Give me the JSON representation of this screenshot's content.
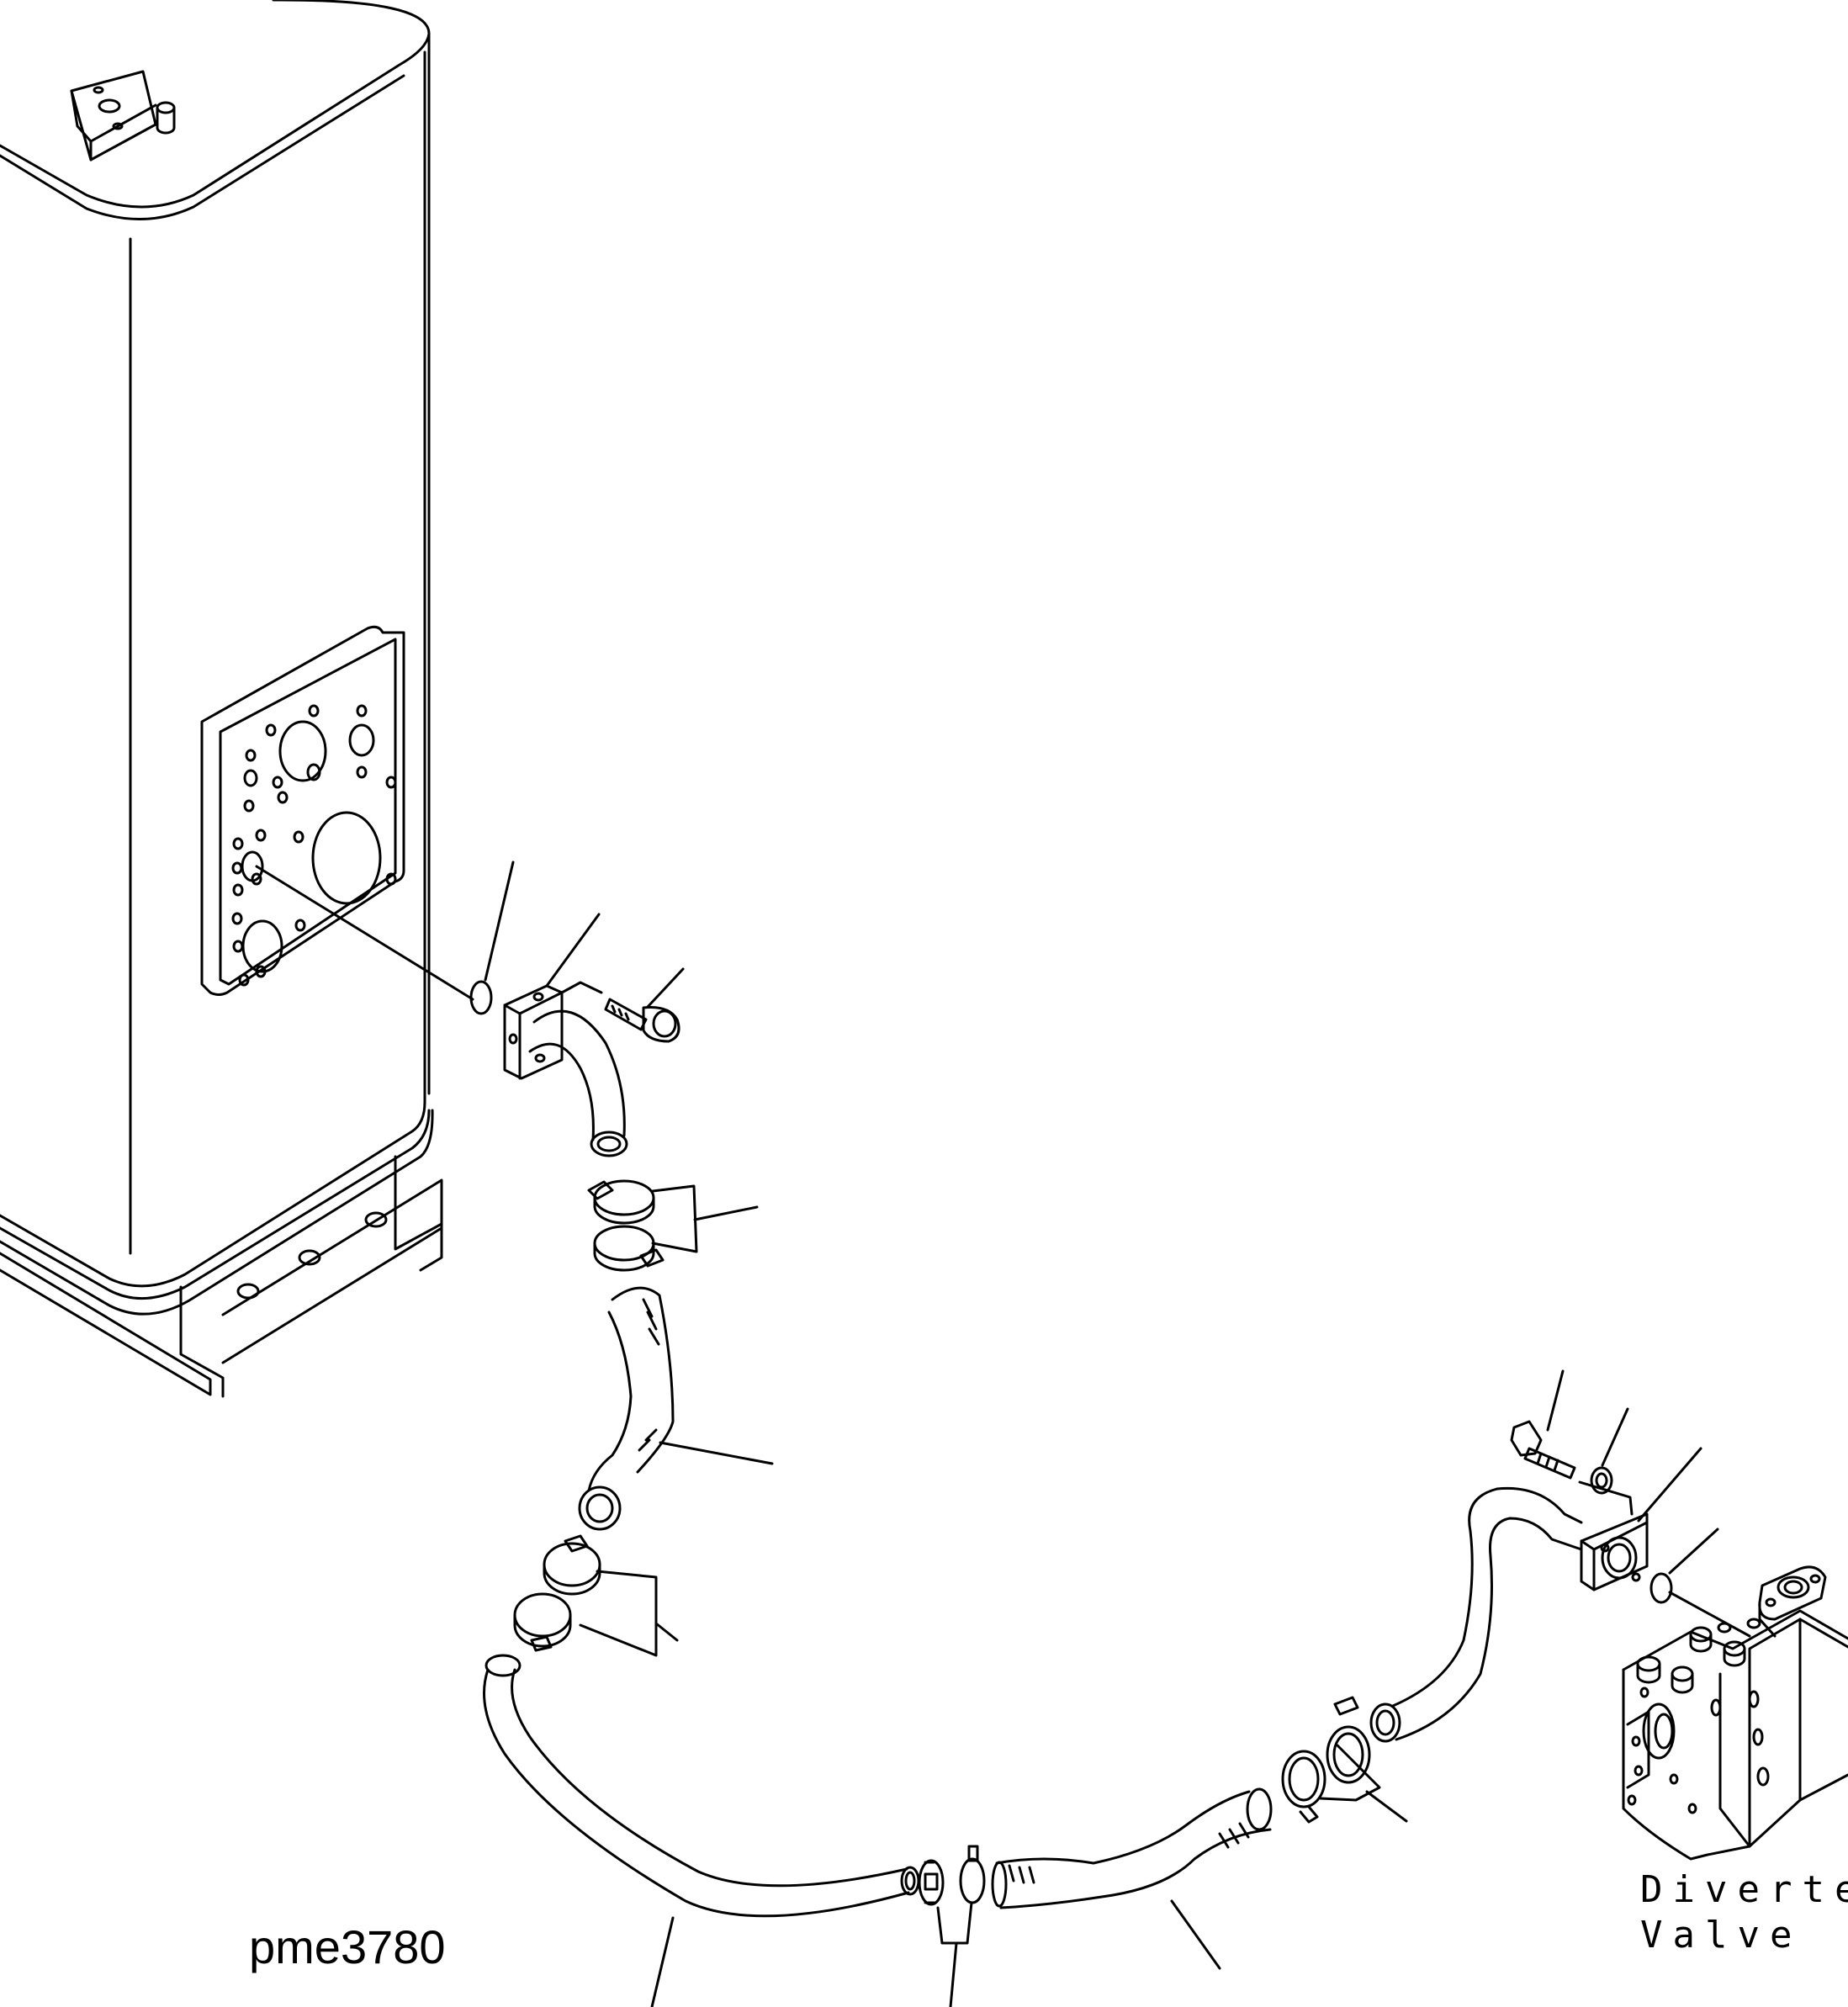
{
  "figure_code": "pme3780",
  "component_label": {
    "line1": "Diverter",
    "line2": "Valve"
  },
  "colors": {
    "ink": "#000000",
    "paper": "#ffffff"
  }
}
